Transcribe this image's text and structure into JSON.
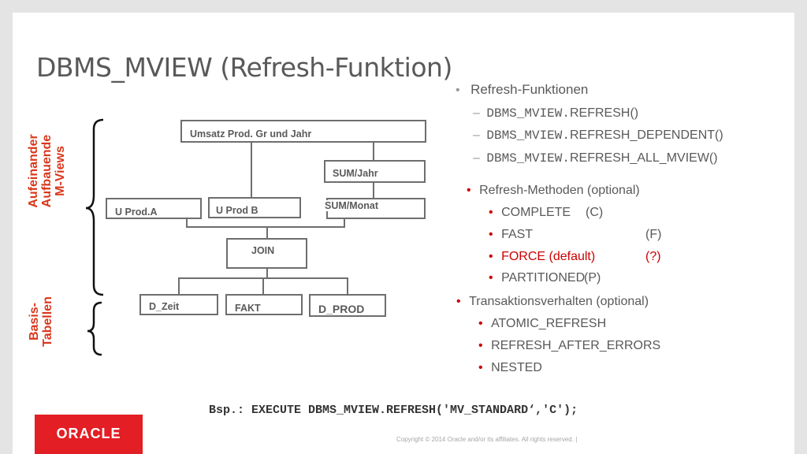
{
  "title": "DBMS_MVIEW (Refresh-Funktion)",
  "side_labels": {
    "mviews": [
      "Aufeinander",
      "Aufbauende",
      "M-Views"
    ],
    "basis": [
      "Basis-",
      "Tabellen"
    ]
  },
  "diagram": {
    "boxes": {
      "umsatz": "Umsatz Prod. Gr  und Jahr",
      "sum_jahr": "SUM/Jahr",
      "u_prod_a": "U Prod.A",
      "u_prod_b": "U Prod B",
      "sum_monat": "SUM/Monat",
      "join": "JOIN",
      "d_zeit": "D_Zeit",
      "fakt": "FAKT",
      "d_prod": "D_PROD"
    }
  },
  "refresh_funktionen": {
    "heading": "Refresh-Funktionen",
    "items": [
      {
        "prefix": "DBMS_MVIEW.",
        "suffix": "REFRESH()"
      },
      {
        "prefix": "DBMS_MVIEW.",
        "suffix": "REFRESH_DEPENDENT()"
      },
      {
        "prefix": "DBMS_MVIEW.",
        "suffix": "REFRESH_ALL_MVIEW()"
      }
    ]
  },
  "refresh_methoden": {
    "heading": "Refresh-Methoden (optional)",
    "items": [
      {
        "name": "COMPLETE",
        "code": "(C)"
      },
      {
        "name": "FAST",
        "code": "(F)"
      },
      {
        "name": "FORCE (default)",
        "code": "(?)"
      },
      {
        "name": "PARTITIONED",
        "code": "(P)"
      }
    ]
  },
  "transaktion": {
    "heading": "Transaktionsverhalten (optional)",
    "items": [
      "ATOMIC_REFRESH",
      "REFRESH_AFTER_ERRORS",
      "NESTED"
    ]
  },
  "example": "Bsp.: EXECUTE DBMS_MVIEW.REFRESH('MV_STANDARD‘,'C');",
  "logo": "ORACLE",
  "copyright": "Copyright © 2014 Oracle and/or its affiliates. All rights reserved.  |",
  "colors": {
    "accent_red": "#cc0000",
    "logo_red": "#e31e24",
    "label_red": "#d9361a"
  }
}
